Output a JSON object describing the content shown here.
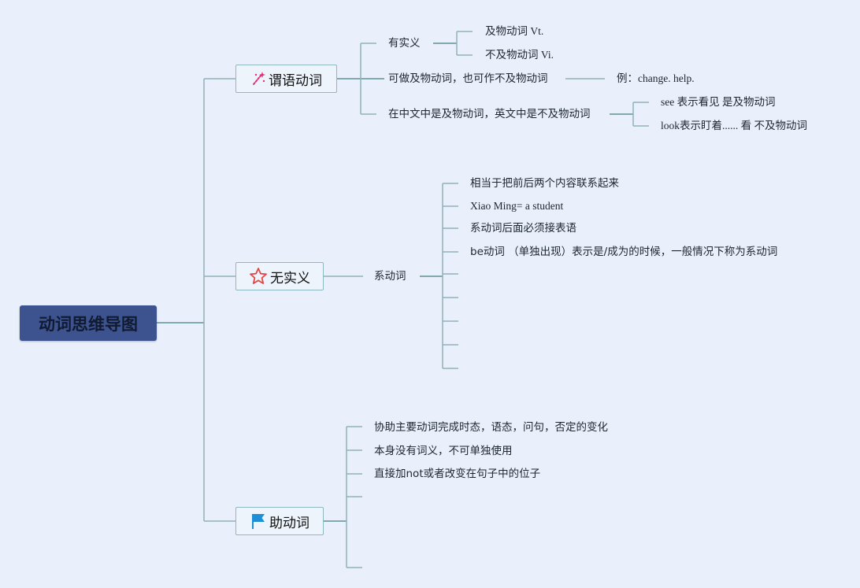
{
  "root": {
    "label": "动词思维导图"
  },
  "branches": {
    "predicate": {
      "label": "谓语动词",
      "icon": "magic-wand-icon",
      "items": [
        {
          "label": "有实义",
          "children": [
            "及物动词 Vt.",
            "不及物动词 Vi."
          ]
        },
        {
          "label": "可做及物动词，也可作不及物动词",
          "children": [
            "例：change. help."
          ]
        },
        {
          "label": "在中文中是及物动词，英文中是不及物动词",
          "children": [
            "see 表示看见 是及物动词",
            "look表示盯着...... 看 不及物动词"
          ]
        }
      ]
    },
    "no_meaning": {
      "label": "无实义",
      "icon": "star-outline-icon",
      "child_label": "系动词",
      "items": [
        "相当于把前后两个内容联系起来",
        "Xiao Ming= a student",
        "系动词后面必须接表语",
        "be动词 （单独出现）表示是/成为的时候，一般情况下称为系动词"
      ]
    },
    "auxiliary": {
      "label": "助动词",
      "icon": "flag-icon",
      "items": [
        "协助主要动词完成时态，语态，问句，否定的变化",
        "本身没有词义，不可单独使用",
        "直接加not或者改变在句子中的位子"
      ]
    }
  },
  "colors": {
    "background": "#e9f0fb",
    "root_fill": "#3d5390",
    "branch_border": "#8fb8bf",
    "connector": "#8fb3b8",
    "flag": "#1c8fd6",
    "star": "#e04848",
    "wand": "#e0307a"
  }
}
